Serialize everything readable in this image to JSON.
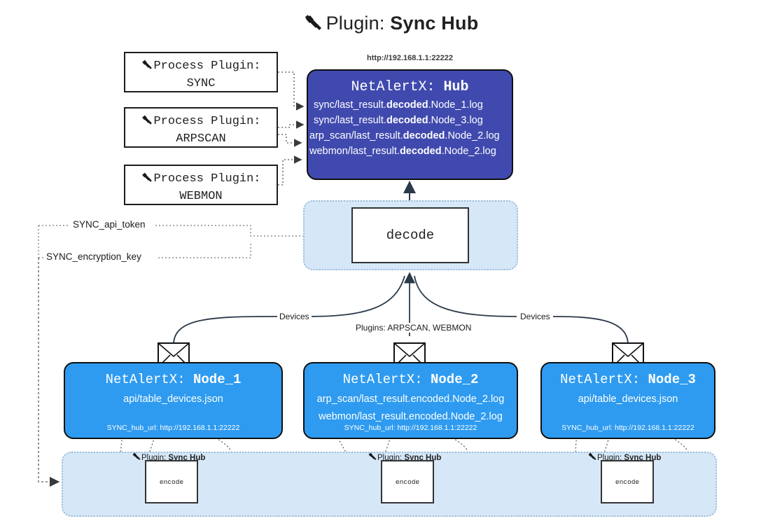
{
  "title": {
    "icon": "plug-icon",
    "prefix": "Plugin: ",
    "name": "Sync Hub"
  },
  "process_plugins": [
    {
      "label": "Process Plugin:",
      "name": "SYNC"
    },
    {
      "label": "Process Plugin:",
      "name": "ARPSCAN"
    },
    {
      "label": "Process Plugin:",
      "name": "WEBMON"
    }
  ],
  "hub": {
    "url": "http://192.168.1.1:22222",
    "app": "NetAlertX: ",
    "name": "Hub",
    "logs": [
      {
        "pre": "sync/last_result.",
        "mid": "decoded",
        "post": ".Node_1.log"
      },
      {
        "pre": "sync/last_result.",
        "mid": "decoded",
        "post": ".Node_3.log"
      },
      {
        "pre": "arp_scan/last_result.",
        "mid": "decoded",
        "post": ".Node_2.log"
      },
      {
        "pre": "webmon/last_result.",
        "mid": "decoded",
        "post": ".Node_2.log"
      }
    ]
  },
  "decode": {
    "label": "decode"
  },
  "settings": {
    "api_token": "SYNC_api_token",
    "encryption_key": "SYNC_encryption_key"
  },
  "edge_labels": {
    "left": "Devices",
    "center": "Plugins: ARPSCAN, WEBMON",
    "right": "Devices"
  },
  "nodes": [
    {
      "app": "NetAlertX: ",
      "name": "Node_1",
      "lines": [
        "api/table_devices.json"
      ],
      "footer": "SYNC_hub_url: http://192.168.1.1:22222",
      "mail_icon": "envelope-icon"
    },
    {
      "app": "NetAlertX: ",
      "name": "Node_2",
      "lines": [
        "arp_scan/last_result.encoded.Node_2.log",
        "webmon/last_result.encoded.Node_2.log"
      ],
      "footer": "SYNC_hub_url: http://192.168.1.1:22222",
      "mail_icon": "envelope-icon"
    },
    {
      "app": "NetAlertX: ",
      "name": "Node_3",
      "lines": [
        "api/table_devices.json"
      ],
      "footer": "SYNC_hub_url: http://192.168.1.1:22222",
      "mail_icon": "envelope-icon"
    }
  ],
  "encoders": [
    {
      "plugin_prefix": "Plugin: ",
      "plugin_name": "Sync Hub",
      "label": "encode"
    },
    {
      "plugin_prefix": "Plugin: ",
      "plugin_name": "Sync Hub",
      "label": "encode"
    },
    {
      "plugin_prefix": "Plugin: ",
      "plugin_name": "Sync Hub",
      "label": "encode"
    }
  ],
  "colors": {
    "hub": "#404aae",
    "node": "#2e9bf0",
    "container": "#d6e8f8",
    "stroke": "#101010"
  }
}
